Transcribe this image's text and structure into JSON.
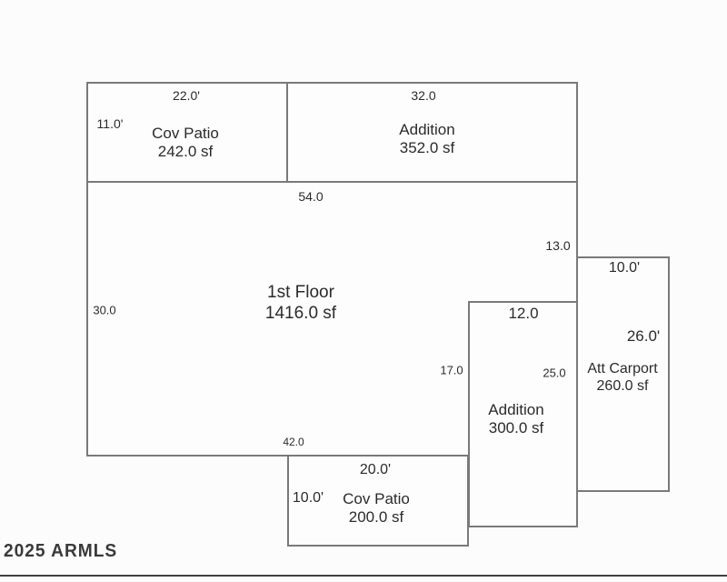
{
  "floorplan": {
    "rooms": [
      {
        "name": "Cov Patio",
        "area": "242.0 sf"
      },
      {
        "name": "Addition",
        "area": "352.0 sf"
      },
      {
        "name": "1st Floor",
        "area": "1416.0 sf"
      },
      {
        "name": "Addition",
        "area": "300.0 sf"
      },
      {
        "name": "Att Carport",
        "area": "260.0 sf"
      },
      {
        "name": "Cov Patio",
        "area": "200.0 sf"
      }
    ],
    "dimensions": {
      "cov_patio_top_width": "22.0'",
      "cov_patio_top_height": "11.0'",
      "addition_top_width": "32.0",
      "first_floor_width": "54.0",
      "first_floor_height": "30.0",
      "first_floor_right_upper": "13.0",
      "carport_width": "10.0'",
      "addition_right_width": "12.0",
      "carport_height": "26.0'",
      "addition_right_inner_height": "17.0",
      "addition_right_height": "25.0",
      "first_floor_bottom_run": "42.0",
      "cov_patio_bottom_width": "20.0'",
      "cov_patio_bottom_height": "10.0'"
    },
    "watermark": "2025 ARMLS",
    "colors": {
      "line": "#7a7a7a",
      "text": "#2b2b2b",
      "watermark": "#3a3a3a",
      "bottom_rule": "#3f3f3f",
      "background": "#fcfcfc"
    }
  }
}
